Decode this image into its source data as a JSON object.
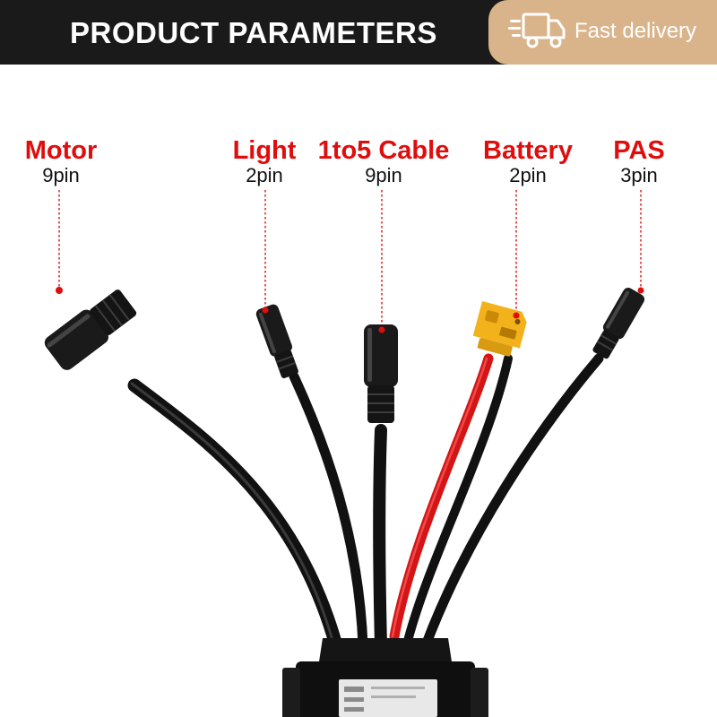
{
  "header": {
    "title": "PRODUCT PARAMETERS",
    "delivery_label": "Fast delivery",
    "delivery_icon": "delivery-truck-icon"
  },
  "colors": {
    "header_bg": "#1a1a1a",
    "badge_bg": "#d9b48a",
    "label_red": "#e00d0d",
    "cable_red": "#d41515",
    "connector_yellow": "#f2b21c"
  },
  "connectors": [
    {
      "name": "Motor",
      "pins": "9pin"
    },
    {
      "name": "Light",
      "pins": "2pin"
    },
    {
      "name": "1to5 Cable",
      "pins": "9pin"
    },
    {
      "name": "Battery",
      "pins": "2pin"
    },
    {
      "name": "PAS",
      "pins": "3pin"
    }
  ]
}
